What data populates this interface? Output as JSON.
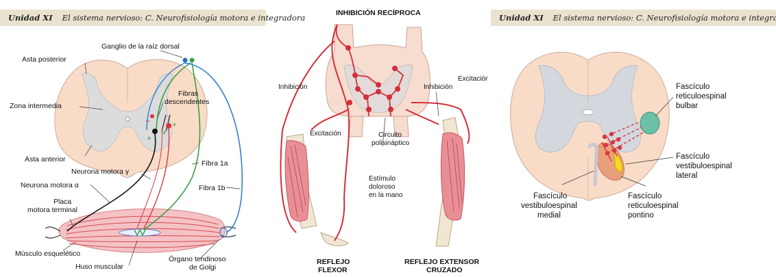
{
  "panel1": {
    "header_unit": "Unidad XI",
    "header_title": "El sistema nervioso: C. Neurofisiología motora e integradora",
    "labels": {
      "ganglio": "Ganglio de la raíz dorsal",
      "asta_posterior": "Asta posterior",
      "zona_intermedia": "Zona intermedia",
      "fibras": "Fibras",
      "descendentes": "descendentes",
      "asta_anterior": "Asta anterior",
      "neurona_gamma": "Neurona motora γ",
      "fibra_1a": "Fibra 1a",
      "neurona_alfa": "Neurona motora α",
      "fibra_1b": "Fibra 1b",
      "placa_1": "Placa",
      "placa_2": "motora terminal",
      "musculo": "Músculo esquelético",
      "huso": "Huso muscular",
      "organo_1": "Órgano tendinoso",
      "organo_2": "de Golgi"
    }
  },
  "panel2": {
    "title": "INHIBICIÓN RECÍPROCA",
    "labels": {
      "inhibicion_left": "Inhibición",
      "excitacion_left": "Excitación",
      "inhibicion_right": "Inhibición",
      "excitacion_right": "Excitación",
      "circuito_1": "Circuito",
      "circuito_2": "polisináptico",
      "estimulo_1": "Estímulo",
      "estimulo_2": "doloroso",
      "estimulo_3": "en la mano",
      "flexor_1": "REFLEJO",
      "flexor_2": "FLEXOR",
      "extensor_1": "REFLEJO EXTENSOR",
      "extensor_2": "CRUZADO"
    }
  },
  "panel3": {
    "header_unit": "Unidad XI",
    "header_title": "El sistema nervioso: C. Neurofisiología motora e integradora",
    "labels": {
      "bulbar_1": "Fascículo",
      "bulbar_2": "reticuloespinal",
      "bulbar_3": "bulbar",
      "vest_lat_1": "Fascículo",
      "vest_lat_2": "vestibuloespinal",
      "vest_lat_3": "lateral",
      "vest_med_1": "Fascículo",
      "vest_med_2": "vestibuloespinal",
      "vest_med_3": "medial",
      "pontino_1": "Fascículo",
      "pontino_2": "reticuloespinal",
      "pontino_3": "pontino"
    }
  },
  "colors": {
    "header_bg": "#e9e2cf",
    "cord": "#f9dcc8",
    "gray_matter": "#dcdcdc",
    "muscle": "#f1a4a8",
    "nerve_red": "#d9363e",
    "fiber_green": "#38a045",
    "fiber_blue": "#2f7fd0",
    "tract_teal": "#6cc0a8"
  }
}
